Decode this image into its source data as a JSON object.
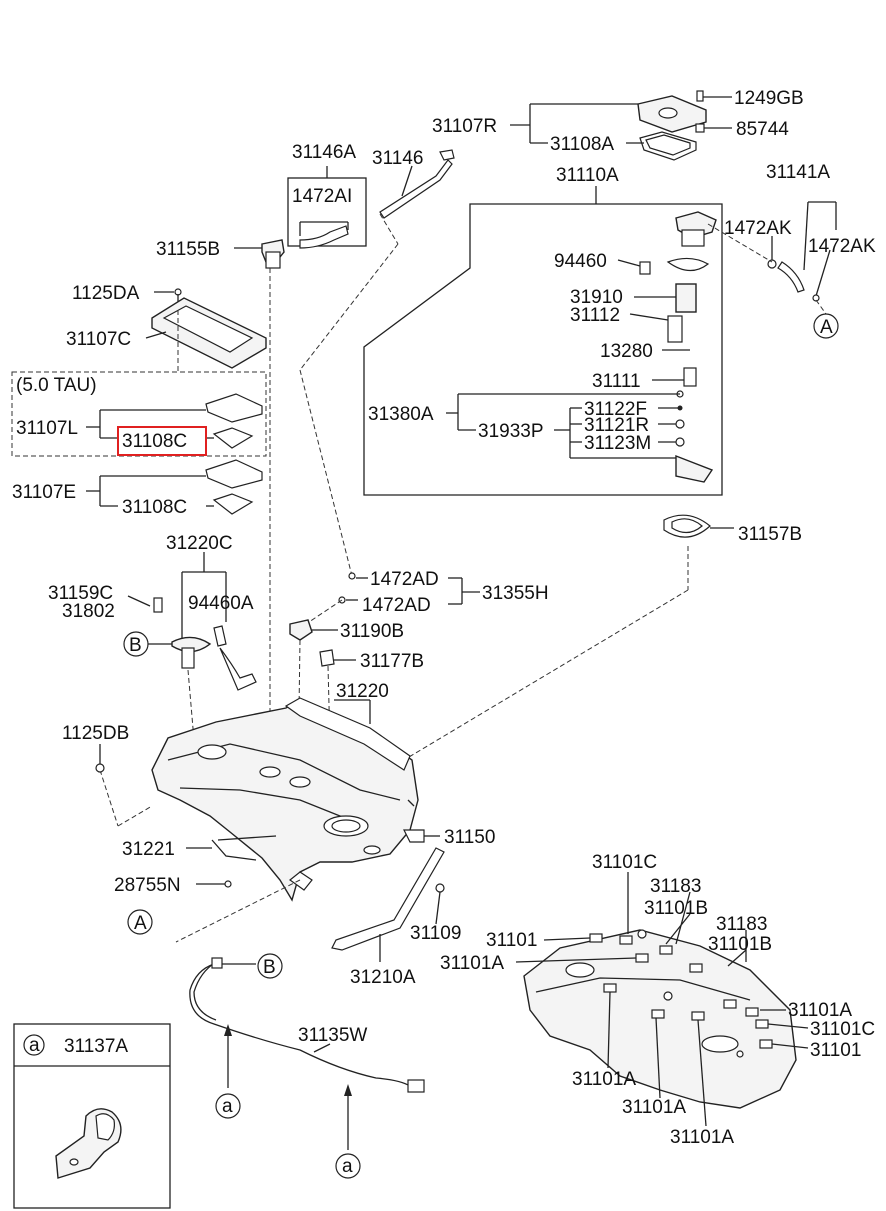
{
  "labels": {
    "p_1249GB": "1249GB",
    "p_85744": "85744",
    "p_31107R": "31107R",
    "p_31108A": "31108A",
    "p_31146A": "31146A",
    "p_31146": "31146",
    "p_1472AI": "1472AI",
    "p_31155B": "31155B",
    "p_31110A": "31110A",
    "p_31141A": "31141A",
    "p_1472AK_a": "1472AK",
    "p_1472AK_b": "1472AK",
    "p_94460_top": "94460",
    "p_31910": "31910",
    "p_31112": "31112",
    "p_13280": "13280",
    "p_31111": "31111",
    "p_31380A": "31380A",
    "p_31933P": "31933P",
    "p_31122F": "31122F",
    "p_31121R": "31121R",
    "p_31123M": "31123M",
    "p_1125DA": "1125DA",
    "p_31107C": "31107C",
    "p_tau": "(5.0 TAU)",
    "p_31107L": "31107L",
    "p_31108C_hl": "31108C",
    "p_31107E": "31107E",
    "p_31108C": "31108C",
    "p_31157B": "31157B",
    "p_31220C": "31220C",
    "p_31159C": "31159C",
    "p_31802": "31802",
    "p_94460A": "94460A",
    "p_1472AD_a": "1472AD",
    "p_1472AD_b": "1472AD",
    "p_31355H": "31355H",
    "p_31190B": "31190B",
    "p_31177B": "31177B",
    "p_31220": "31220",
    "p_1125DB": "1125DB",
    "p_31150": "31150",
    "p_31221": "31221",
    "p_28755N": "28755N",
    "p_31109": "31109",
    "p_31210A": "31210A",
    "p_31101C_top": "31101C",
    "p_31183_a": "31183",
    "p_31101B_a": "31101B",
    "p_31183_b": "31183",
    "p_31101B_b": "31101B",
    "p_31101_left": "31101",
    "p_31101A_left": "31101A",
    "p_31101A_r": "31101A",
    "p_31101C_r": "31101C",
    "p_31101_r": "31101",
    "p_31101A_b1": "31101A",
    "p_31101A_b2": "31101A",
    "p_31101A_b3": "31101A",
    "p_31135W": "31135W",
    "legend_letter": "a",
    "legend_part": "31137A"
  },
  "callouts": {
    "A_upper": "A",
    "A_lower": "A",
    "B_upper": "B",
    "B_lower": "B",
    "a_1": "a",
    "a_2": "a"
  },
  "colors": {
    "highlight": "#e02020",
    "line": "#222222"
  }
}
